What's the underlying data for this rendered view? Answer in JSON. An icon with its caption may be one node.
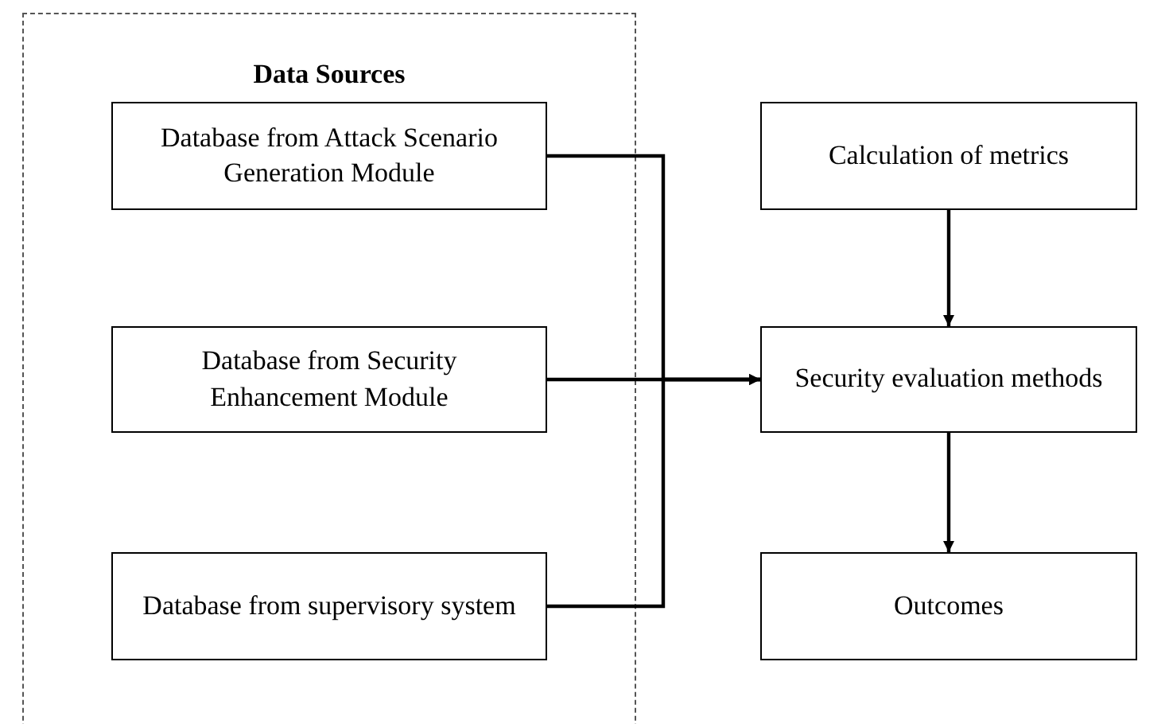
{
  "diagram": {
    "nodes": [
      {
        "text": [
          "Data Sources"
        ]
      },
      {
        "text": [
          "Database from Attack Scenario Generation Module"
        ],
        "in": 0
      },
      {
        "text": [
          "Database from Security Enhancement Module"
        ],
        "in": 0
      },
      {
        "text": [
          "Database from supervisory system"
        ],
        "in": 0
      },
      {
        "text": [
          "Calculation of metrics"
        ]
      },
      {
        "text": [
          "Security evaluation methods"
        ]
      },
      {
        "text": [
          "Outcomes"
        ]
      }
    ],
    "edges": [
      {
        "from": 1,
        "to": 5,
        "arrow": "to"
      },
      {
        "from": 2,
        "to": 5,
        "arrow": "to"
      },
      {
        "from": 3,
        "to": 5,
        "arrow": "to"
      },
      {
        "from": 4,
        "to": 5,
        "arrow": "to"
      },
      {
        "from": 5,
        "to": 6,
        "arrow": "to"
      }
    ]
  }
}
